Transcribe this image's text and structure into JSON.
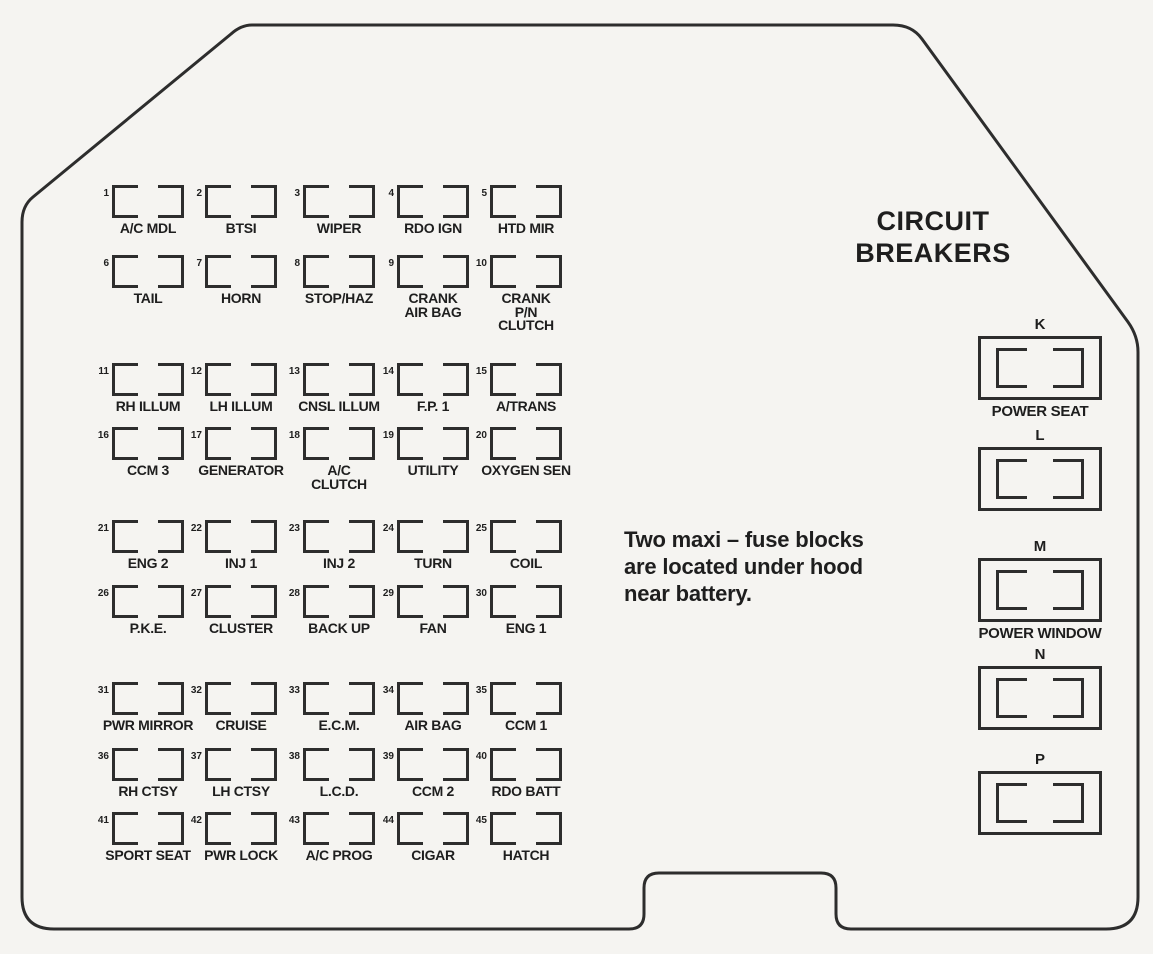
{
  "title": "CIRCUIT\nBREAKERS",
  "note": "Two maxi – fuse blocks\nare located under hood\nnear battery.",
  "fuses": [
    {
      "number": "1",
      "label": "A/C MDL"
    },
    {
      "number": "2",
      "label": "BTSI"
    },
    {
      "number": "3",
      "label": "WIPER"
    },
    {
      "number": "4",
      "label": "RDO IGN"
    },
    {
      "number": "5",
      "label": "HTD MIR"
    },
    {
      "number": "6",
      "label": "TAIL"
    },
    {
      "number": "7",
      "label": "HORN"
    },
    {
      "number": "8",
      "label": "STOP/HAZ"
    },
    {
      "number": "9",
      "label": "CRANK\nAIR BAG"
    },
    {
      "number": "10",
      "label": "CRANK\nP/N\nCLUTCH"
    },
    {
      "number": "11",
      "label": "RH ILLUM"
    },
    {
      "number": "12",
      "label": "LH ILLUM"
    },
    {
      "number": "13",
      "label": "CNSL ILLUM"
    },
    {
      "number": "14",
      "label": "F.P. 1"
    },
    {
      "number": "15",
      "label": "A/TRANS"
    },
    {
      "number": "16",
      "label": "CCM 3"
    },
    {
      "number": "17",
      "label": "GENERATOR"
    },
    {
      "number": "18",
      "label": "A/C\nCLUTCH"
    },
    {
      "number": "19",
      "label": "UTILITY"
    },
    {
      "number": "20",
      "label": "OXYGEN SEN"
    },
    {
      "number": "21",
      "label": "ENG 2"
    },
    {
      "number": "22",
      "label": "INJ 1"
    },
    {
      "number": "23",
      "label": "INJ 2"
    },
    {
      "number": "24",
      "label": "TURN"
    },
    {
      "number": "25",
      "label": "COIL"
    },
    {
      "number": "26",
      "label": "P.K.E."
    },
    {
      "number": "27",
      "label": "CLUSTER"
    },
    {
      "number": "28",
      "label": "BACK UP"
    },
    {
      "number": "29",
      "label": "FAN"
    },
    {
      "number": "30",
      "label": "ENG 1"
    },
    {
      "number": "31",
      "label": "PWR MIRROR"
    },
    {
      "number": "32",
      "label": "CRUISE"
    },
    {
      "number": "33",
      "label": "E.C.M."
    },
    {
      "number": "34",
      "label": "AIR BAG"
    },
    {
      "number": "35",
      "label": "CCM 1"
    },
    {
      "number": "36",
      "label": "RH CTSY"
    },
    {
      "number": "37",
      "label": "LH CTSY"
    },
    {
      "number": "38",
      "label": "L.C.D."
    },
    {
      "number": "39",
      "label": "CCM 2"
    },
    {
      "number": "40",
      "label": "RDO BATT"
    },
    {
      "number": "41",
      "label": "SPORT SEAT"
    },
    {
      "number": "42",
      "label": "PWR LOCK"
    },
    {
      "number": "43",
      "label": "A/C PROG"
    },
    {
      "number": "44",
      "label": "CIGAR"
    },
    {
      "number": "45",
      "label": "HATCH"
    }
  ],
  "breakers": [
    {
      "letter": "K",
      "sublabel": "POWER SEAT"
    },
    {
      "letter": "L",
      "sublabel": ""
    },
    {
      "letter": "M",
      "sublabel": "POWER WINDOW"
    },
    {
      "letter": "N",
      "sublabel": ""
    },
    {
      "letter": "P",
      "sublabel": ""
    }
  ],
  "colors": {
    "line": "#2d2d2d",
    "background": "#f5f4f1",
    "text": "#1e1e1e"
  }
}
